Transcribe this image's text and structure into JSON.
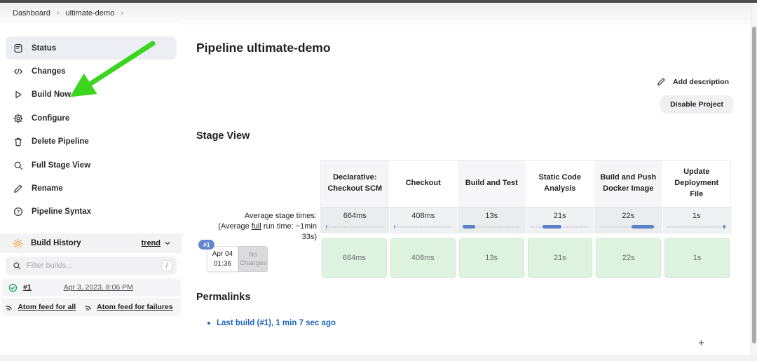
{
  "breadcrumb": {
    "items": [
      "Dashboard",
      "ultimate-demo"
    ],
    "separator": "›"
  },
  "sidebar": {
    "items": [
      {
        "label": "Status",
        "icon": "document-icon",
        "active": true
      },
      {
        "label": "Changes",
        "icon": "code-icon"
      },
      {
        "label": "Build Now",
        "icon": "play-icon"
      },
      {
        "label": "Configure",
        "icon": "gear-icon"
      },
      {
        "label": "Delete Pipeline",
        "icon": "trash-icon"
      },
      {
        "label": "Full Stage View",
        "icon": "search-icon"
      },
      {
        "label": "Rename",
        "icon": "pencil-icon"
      },
      {
        "label": "Pipeline Syntax",
        "icon": "question-icon"
      }
    ],
    "build_history": {
      "title": "Build History",
      "trend_label": "trend",
      "filter_placeholder": "Filter builds...",
      "shortcut_key": "/",
      "builds": [
        {
          "id": "#1",
          "date": "Apr 3, 2023, 8:06 PM",
          "status": "success"
        }
      ],
      "atom_feed_all": "Atom feed for all",
      "atom_feed_failures": "Atom feed for failures"
    }
  },
  "main": {
    "title": "Pipeline ultimate-demo",
    "add_description_label": "Add description",
    "disable_project_label": "Disable Project",
    "stage_view": {
      "title": "Stage View",
      "avg_line1": "Average stage times:",
      "avg_line2_pre": "(Average ",
      "avg_line2_underlined": "full",
      "avg_line2_post": " run time: ~1min",
      "avg_line3": "33s)",
      "stages": [
        "Declarative: Checkout SCM",
        "Checkout",
        "Build and Test",
        "Static Code Analysis",
        "Build and Push Docker Image",
        "Update Deployment File"
      ],
      "average_times": [
        "664ms",
        "408ms",
        "13s",
        "21s",
        "22s",
        "1s"
      ],
      "bars": [
        {
          "start": 0.0,
          "end": 0.008
        },
        {
          "start": 0.0,
          "end": 0.006
        },
        {
          "start": 0.0,
          "end": 0.22
        },
        {
          "start": 0.2,
          "end": 0.53
        },
        {
          "start": 0.56,
          "end": 0.94
        },
        {
          "start": 0.965,
          "end": 1.0
        }
      ],
      "build_row": {
        "id": "#1",
        "date": "Apr 04",
        "time": "01:36",
        "changes": "No Changes",
        "times": [
          "664ms",
          "408ms",
          "13s",
          "21s",
          "22s",
          "1s"
        ],
        "status": "success"
      }
    },
    "permalinks": {
      "title": "Permalinks",
      "links": [
        "Last build (#1), 1 min 7 sec ago"
      ]
    },
    "plus_label": "+"
  },
  "colors": {
    "accent_blue": "#5b80c7",
    "link_blue": "#2065c0",
    "success_cell_bg": "#def2e0",
    "arrow_green": "#3bd41e",
    "check_green": "#18a34d",
    "sun_orange": "#f0a229",
    "badge_blue": "#6486cf"
  }
}
